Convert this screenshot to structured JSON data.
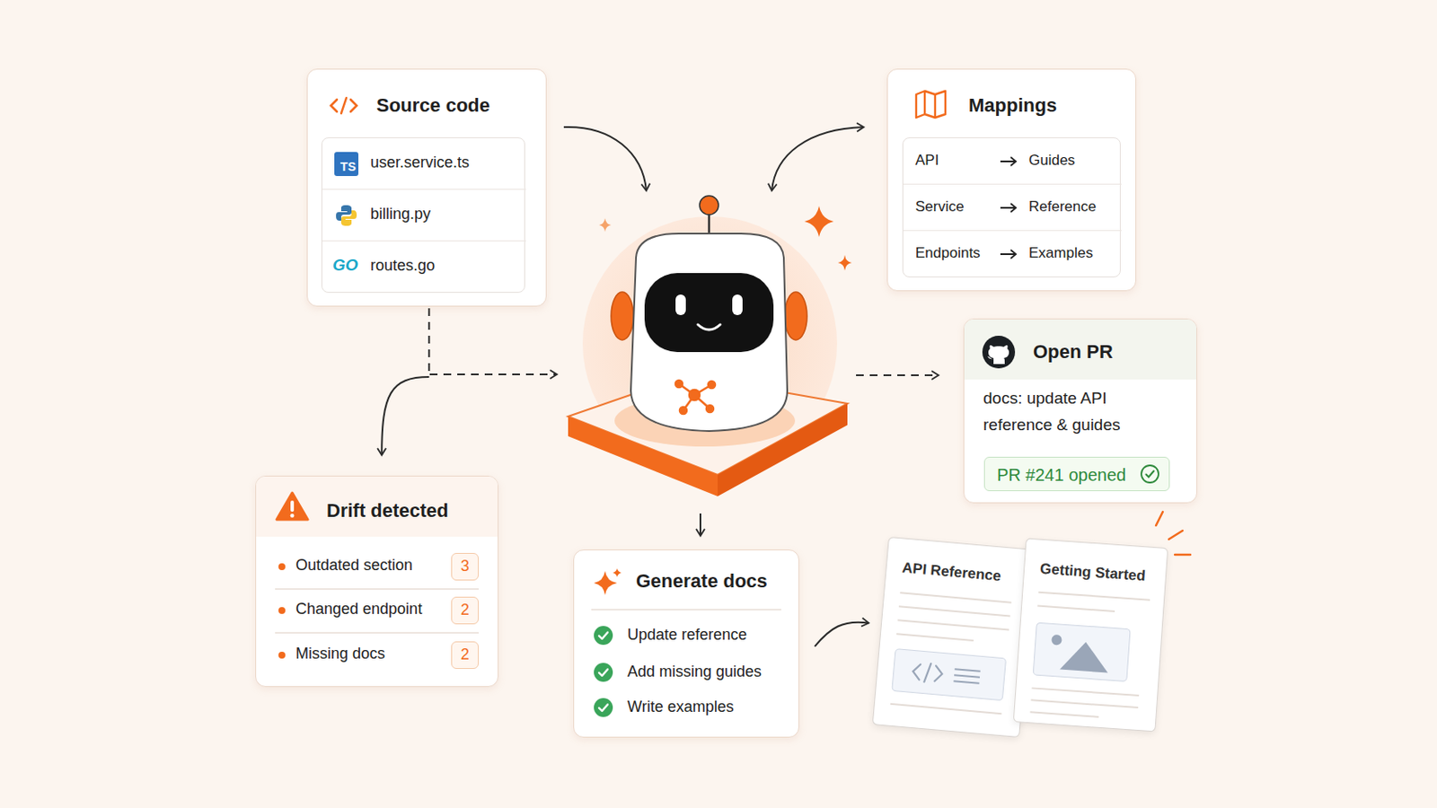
{
  "diagram": {
    "nodes": [
      {
        "text": [
          "Source code"
        ]
      },
      {
        "text": [
          "user.service.ts"
        ],
        "in": 0
      },
      {
        "text": [
          "billing.py"
        ],
        "in": 0
      },
      {
        "text": [
          "routes.go"
        ],
        "in": 0
      },
      {
        "text": [
          "Mappings"
        ]
      },
      {
        "text": [
          "API",
          "Guides"
        ],
        "in": 4
      },
      {
        "text": [
          "Service",
          "Reference"
        ],
        "in": 4
      },
      {
        "text": [
          "Endpoints",
          "Examples"
        ],
        "in": 4
      },
      {
        "text": [
          "Open PR",
          "docs: update API reference & guides"
        ]
      },
      {
        "text": [
          "PR #241 opened"
        ],
        "in": 8
      },
      {
        "text": [
          "Drift detected",
          "Outdated section",
          "Changed endpoint",
          "Missing docs"
        ]
      },
      {
        "text": [
          "3"
        ],
        "in": 10
      },
      {
        "text": [
          "2"
        ],
        "in": 10
      },
      {
        "text": [
          "2"
        ],
        "in": 10
      },
      {
        "text": [
          "Generate docs",
          "Update reference",
          "Add missing guides",
          "Write examples"
        ]
      },
      {
        "text": [
          "API Reference"
        ]
      },
      {
        "text": [
          "Getting Started"
        ]
      }
    ],
    "edges": [
      {
        "from": 0,
        "to": 10,
        "arrow": "to"
      },
      {
        "from": 14,
        "to": 15,
        "arrow": "to"
      }
    ],
    "labels": [
      "TS",
      "GO"
    ]
  }
}
